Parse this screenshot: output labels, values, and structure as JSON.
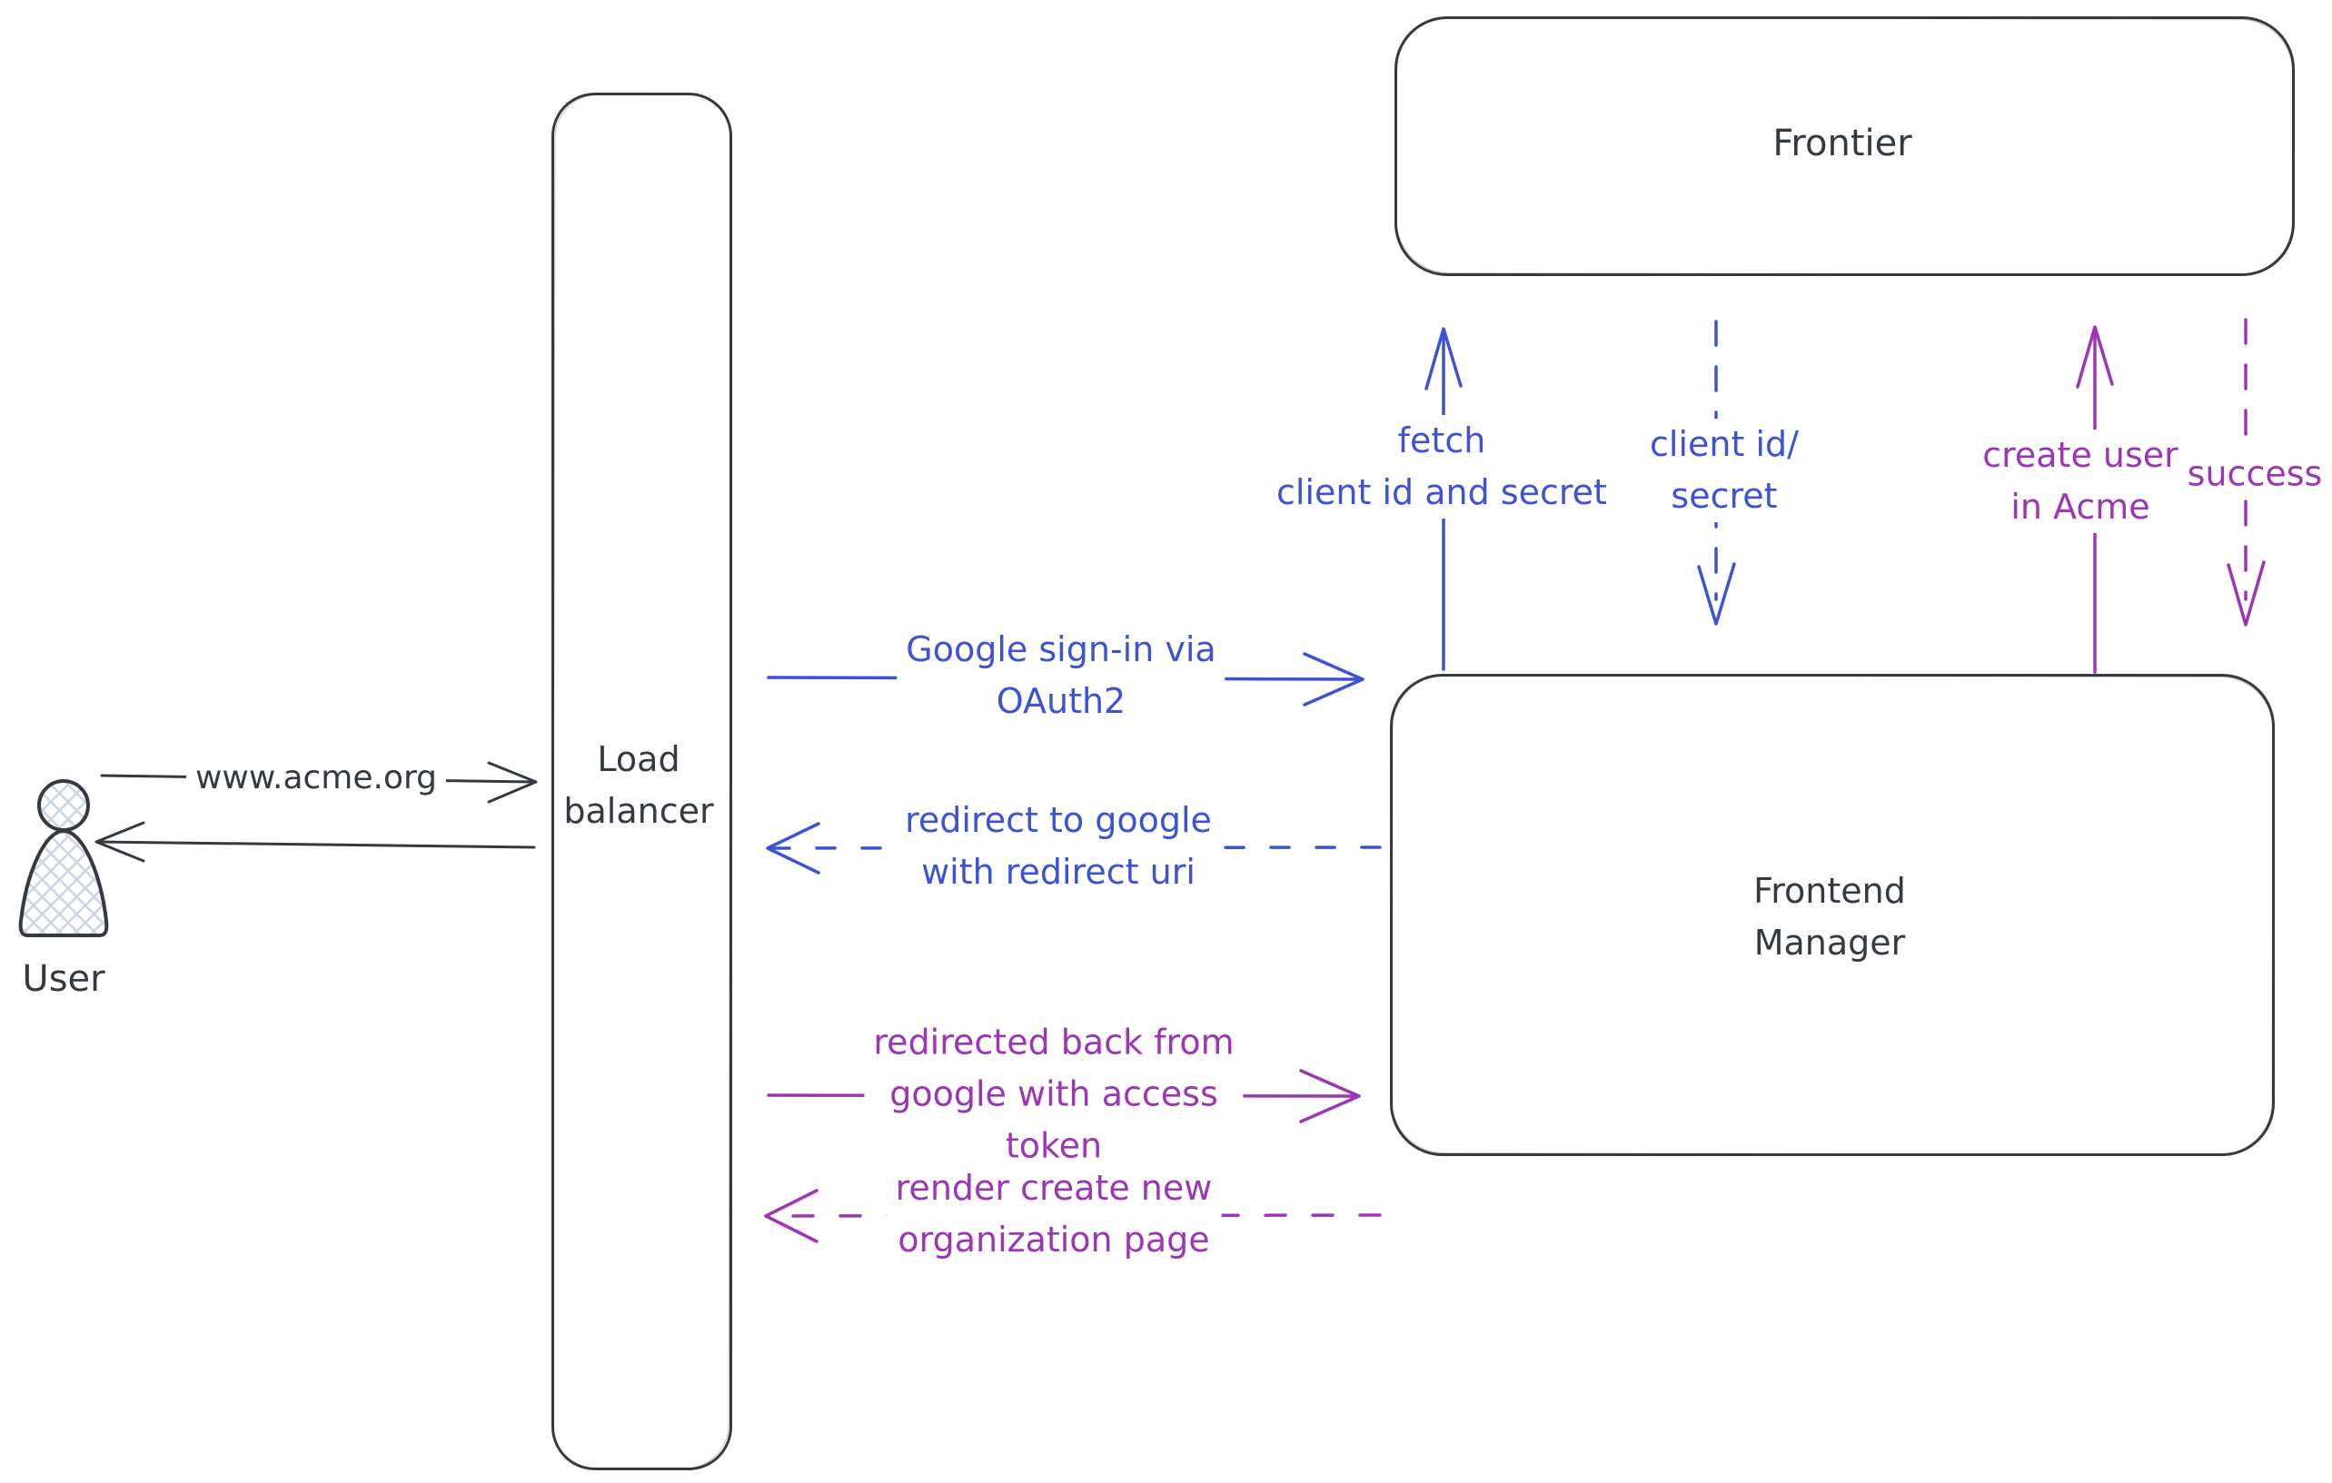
{
  "colors": {
    "ink": "#343a40",
    "blue": "#3d52d5",
    "purple": "#9c36b5",
    "hatch": "#ccd6e2"
  },
  "nodes": {
    "user": {
      "label": "User"
    },
    "load_balancer": {
      "lines": [
        "Load",
        "balancer"
      ]
    },
    "frontier": {
      "label": "Frontier"
    },
    "frontend_manager": {
      "lines": [
        "Frontend",
        "Manager"
      ]
    }
  },
  "edges": {
    "www_acme": {
      "label": "www.acme.org"
    },
    "google_signin": {
      "lines": [
        "Google sign-in via",
        "OAuth2"
      ]
    },
    "redirect_google": {
      "lines": [
        "redirect to google",
        "with redirect uri"
      ]
    },
    "redirected_back": {
      "lines": [
        "redirected back from",
        "google with access",
        "token"
      ]
    },
    "render_create": {
      "lines": [
        "render create new",
        "organization page"
      ]
    },
    "fetch_client": {
      "lines": [
        "fetch",
        "client id and secret"
      ]
    },
    "client_id_secret": {
      "lines": [
        "client id/",
        "secret"
      ]
    },
    "create_user": {
      "lines": [
        "create user",
        "in Acme"
      ]
    },
    "success": {
      "label": "success"
    }
  }
}
